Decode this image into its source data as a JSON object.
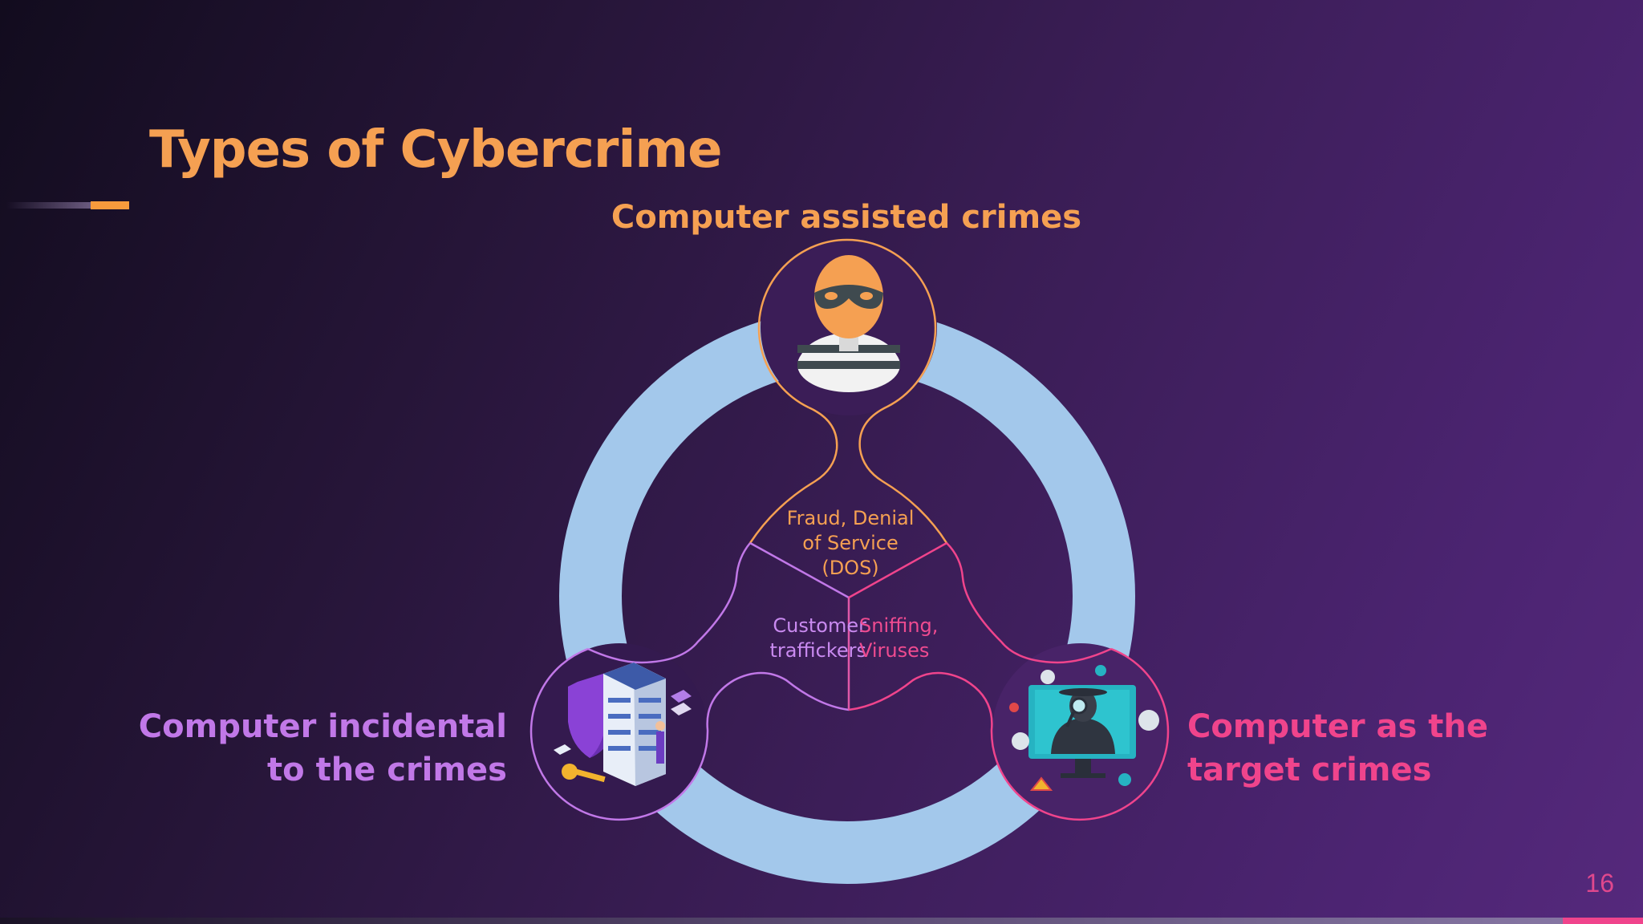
{
  "slide": {
    "title": "Types of Cybercrime",
    "page_number": "16"
  },
  "diagram": {
    "top_label": "Computer assisted crimes",
    "left_label_line1": "Computer incidental",
    "left_label_line2": "to the crimes",
    "right_label_line1": "Computer as the",
    "right_label_line2": "target crimes",
    "center_top_line1": "Fraud, Denial",
    "center_top_line2": "of Service",
    "center_top_line3": "(DOS)",
    "center_left_line1": "Customer",
    "center_left_line2": "traffickers",
    "center_right_line1": "Sniffing,",
    "center_right_line2": "Viruses"
  },
  "colors": {
    "orange": "#f5a052",
    "purple": "#c178e8",
    "pink": "#f0448c",
    "ring": "#a3c8eb"
  },
  "icons": [
    "burglar-icon",
    "security-server-icon",
    "hacker-monitor-icon"
  ]
}
